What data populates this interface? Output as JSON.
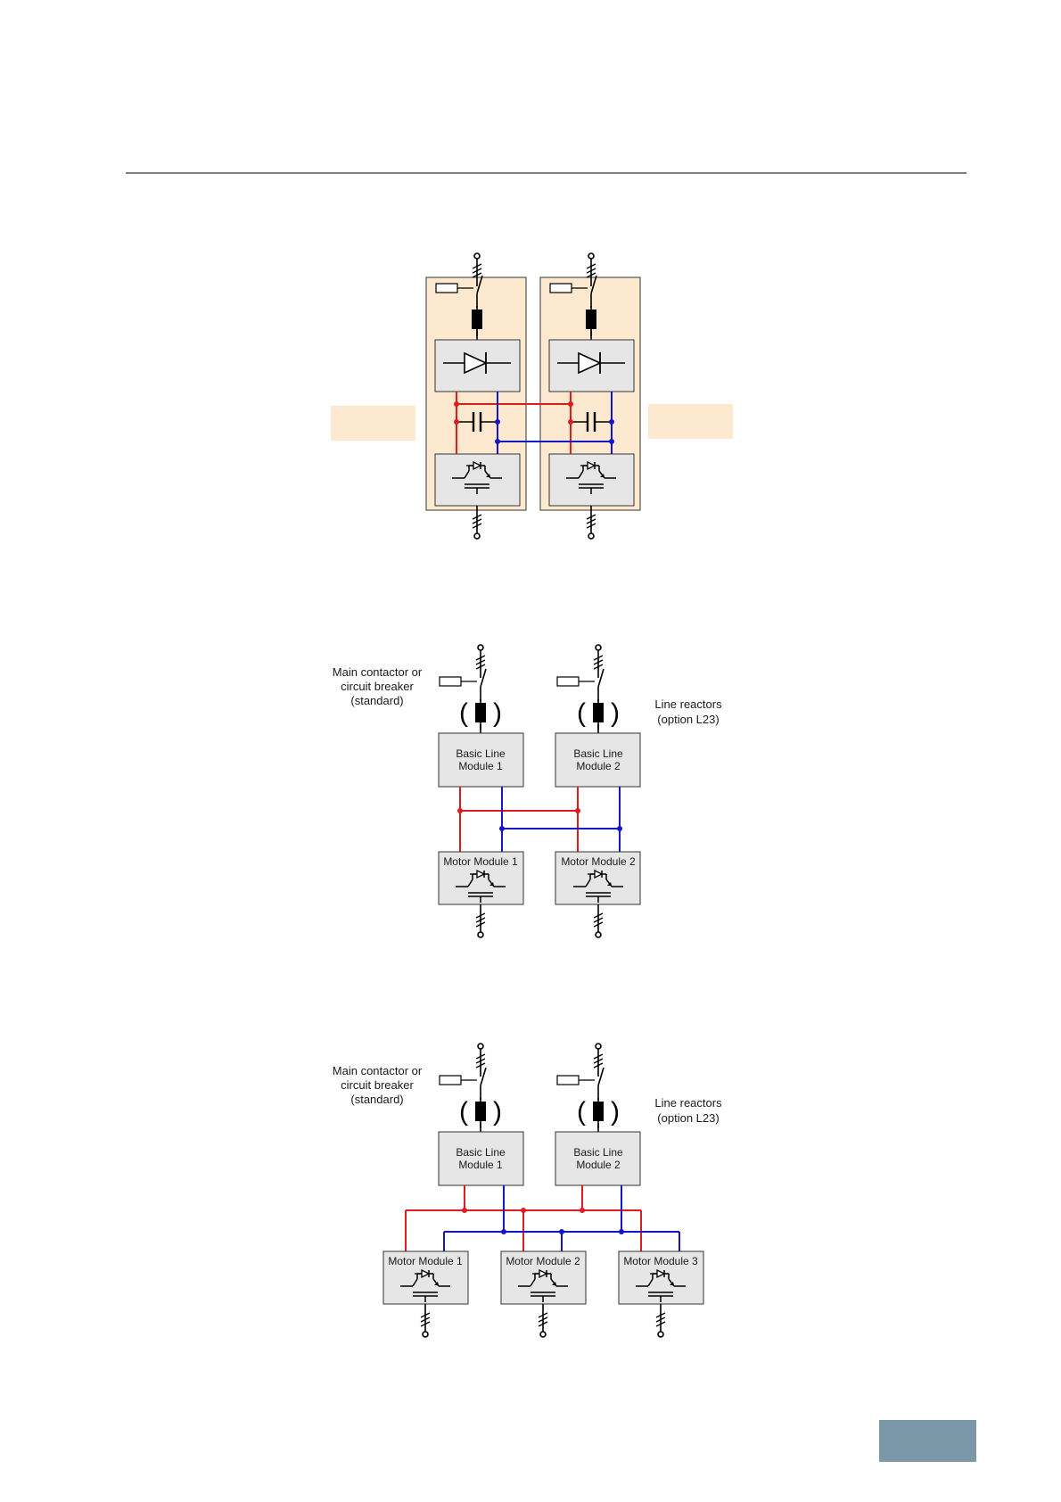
{
  "colors": {
    "cabinet_fill": "#fde9cf",
    "module_fill": "#e6e6e6",
    "dc_positive": "#e01b1b",
    "dc_negative": "#1616c8",
    "page_tab": "#7b98a8",
    "header_rule": "#000000"
  },
  "icons": {
    "terminal": "three-phase-terminal-icon",
    "contactor": "contactor-switch-icon",
    "reactor": "line-reactor-icon",
    "rectifier": "diode-rectifier-icon",
    "capacitor": "capacitor-icon",
    "inverter": "igbt-inverter-icon"
  },
  "diagram2": {
    "contactor_label": [
      "Main contactor or",
      "circuit breaker",
      "(standard)"
    ],
    "reactor_label": [
      "Line reactors",
      "(option L23)"
    ],
    "line_modules": [
      {
        "line1": "Basic Line",
        "line2": "Module 1"
      },
      {
        "line1": "Basic Line",
        "line2": "Module 2"
      }
    ],
    "motor_modules": [
      "Motor Module 1",
      "Motor Module 2"
    ]
  },
  "diagram3": {
    "contactor_label": [
      "Main contactor or",
      "circuit breaker",
      "(standard)"
    ],
    "reactor_label": [
      "Line reactors",
      "(option L23)"
    ],
    "line_modules": [
      {
        "line1": "Basic Line",
        "line2": "Module 1"
      },
      {
        "line1": "Basic Line",
        "line2": "Module 2"
      }
    ],
    "motor_modules": [
      "Motor Module 1",
      "Motor Module 2",
      "Motor Module 3"
    ]
  },
  "reactor_parens": {
    "open": "(",
    "close": ")"
  }
}
